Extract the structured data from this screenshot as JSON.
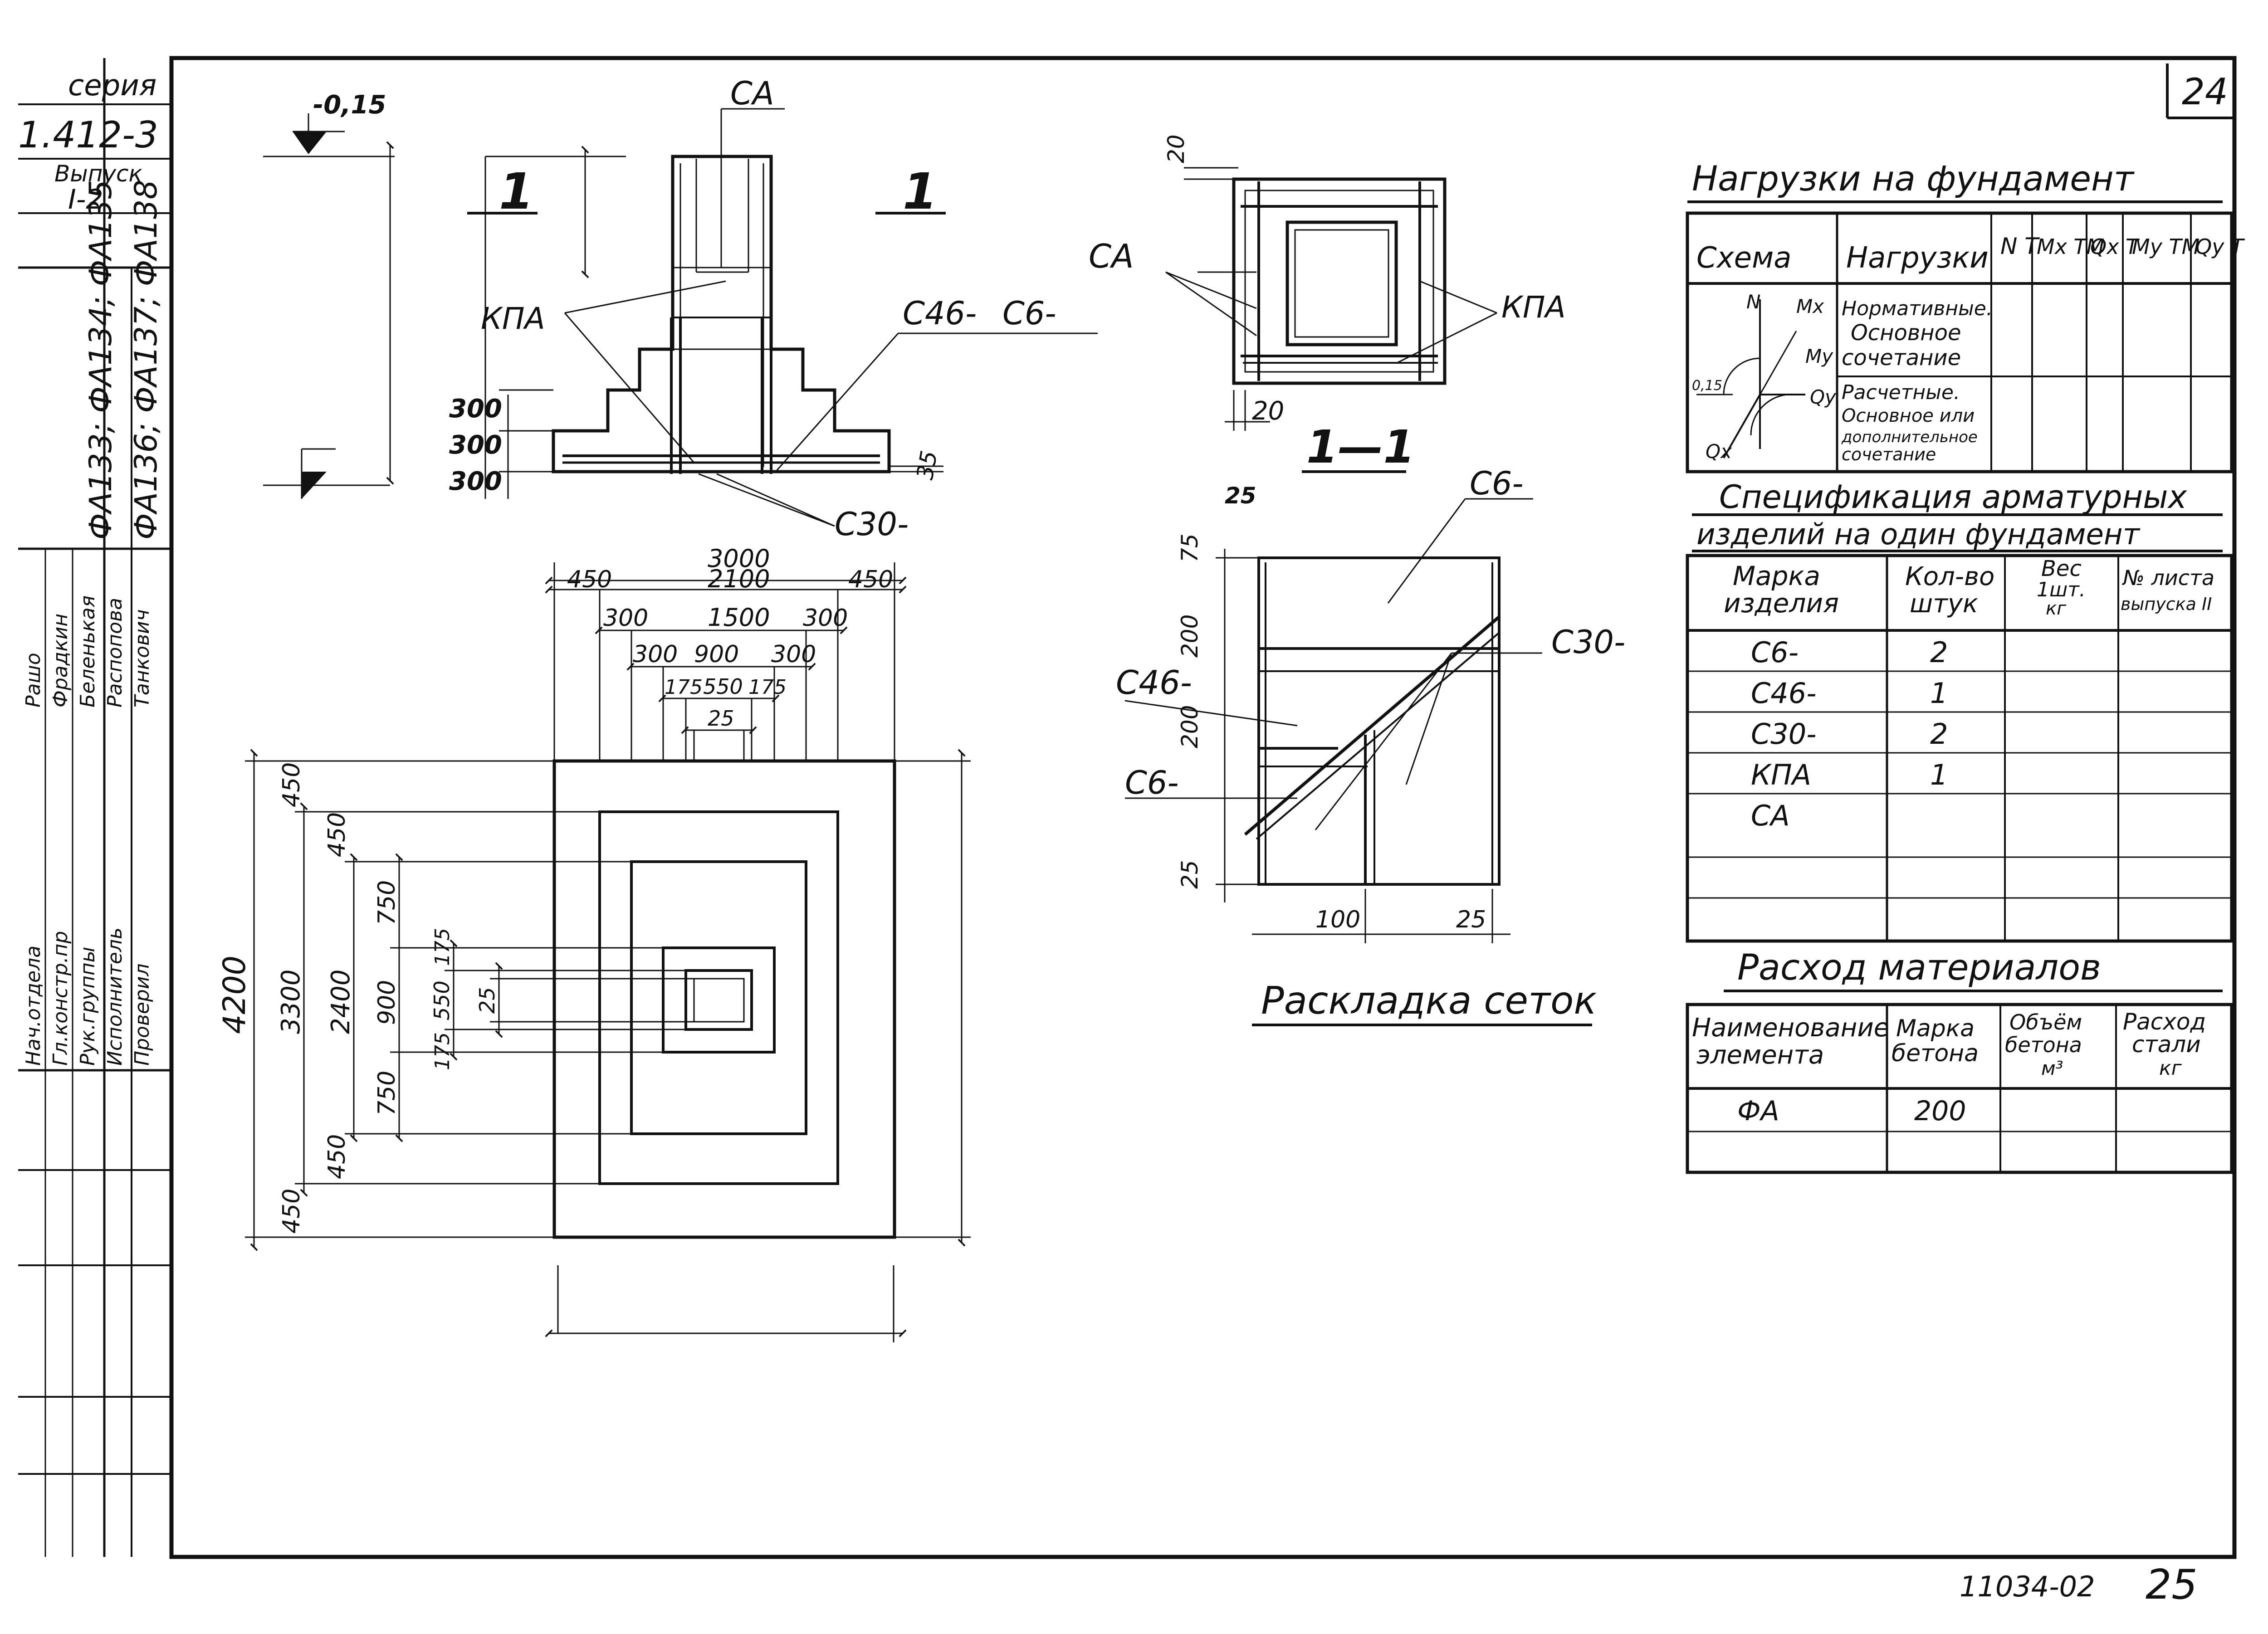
{
  "sheet": {
    "number": "24",
    "bottom_code": "11034-02",
    "bottom_page": "25"
  },
  "sidebar": {
    "series_label": "серия",
    "series_value": "1.412-3",
    "issue_label": "Выпуск",
    "issue_value": "I-2",
    "marks_line1": "ФА133; ФА134; ФА135",
    "marks_line2": "ФА136; ФА137; ФА138",
    "roles": [
      "Нач.отдела",
      "Гл.констр.пр",
      "Рук.группы",
      "Исполнитель",
      "Проверил"
    ],
    "names": [
      "Рашо",
      "Фрадкин",
      "Беленькая",
      "Распопова",
      "Танкович"
    ]
  },
  "section_view": {
    "section_mark_left": "1",
    "section_mark_right": "1",
    "elevation": "-0,15",
    "label_sa": "СА",
    "label_kpa": "КПА",
    "label_c46": "С46-",
    "label_c6": "С6-",
    "label_c30": "С30-",
    "step_dims": [
      "300",
      "300",
      "300"
    ],
    "cover_dim": "35"
  },
  "plan_view": {
    "top_dims": {
      "total": "3000",
      "row2": [
        "450",
        "2100",
        "450"
      ],
      "row3": [
        "300",
        "1500",
        "300"
      ],
      "row4": [
        "300",
        "900",
        "300"
      ],
      "row5": [
        "175",
        "550",
        "175"
      ],
      "row6": "25"
    },
    "left_dims": {
      "total": "4200",
      "col2": "3300",
      "col3": "2400",
      "outer": [
        "450",
        "450"
      ],
      "second": [
        "450",
        "450"
      ],
      "third": [
        "750",
        "900",
        "750"
      ],
      "fourth": [
        "175",
        "550",
        "175"
      ],
      "fifth": "25"
    }
  },
  "column_section": {
    "dim_top": "20",
    "dim_bottom": "20",
    "label_sa": "СА",
    "label_kpa": "КПА",
    "title": "1—1"
  },
  "mesh_layout": {
    "title": "Раскладка сеток",
    "label_c6_top": "С6-",
    "label_c46": "С46-",
    "label_c6_bottom": "С6-",
    "label_c30": "С30-",
    "dims_left": [
      "25",
      "75",
      "200",
      "200",
      "25"
    ],
    "dims_bottom": [
      "100",
      "25"
    ]
  },
  "loads_table": {
    "title": "Нагрузки на фундамент",
    "headers": [
      "Схема",
      "Нагрузки",
      "N\nТ",
      "Mx\nТМ",
      "Qx\nТ",
      "My\nТМ",
      "Qy\nТ"
    ],
    "rows": [
      [
        "Нормативные.",
        "Основное",
        "сочетание"
      ],
      [
        "Расчетные.",
        "Основное или",
        "дополнительное",
        "сочетание"
      ]
    ],
    "scheme_labels": {
      "n": "N",
      "mx": "Mx",
      "my": "My",
      "qy": "Qy",
      "qx": "Qx",
      "elev": "0,15"
    }
  },
  "spec_table": {
    "title_line1": "Спецификация арматурных",
    "title_line2": "изделий на один фундамент",
    "headers": [
      "Марка\nизделия",
      "Кол-во\nштук",
      "Вес\n1шт.\nкг",
      "№ листа\nвыпуска II"
    ],
    "rows": [
      {
        "mark": "С6-",
        "qty": "2"
      },
      {
        "mark": "С46-",
        "qty": "1"
      },
      {
        "mark": "С30-",
        "qty": "2"
      },
      {
        "mark": "КПА",
        "qty": "1"
      },
      {
        "mark": "СА",
        "qty": ""
      }
    ]
  },
  "materials_table": {
    "title": "Расход материалов",
    "headers": [
      "Наименование\nэлемента",
      "Марка\nбетона",
      "Объём\nбетона\nм³",
      "Расход\nстали\nкг"
    ],
    "rows": [
      {
        "name": "ФА",
        "grade": "200"
      }
    ]
  }
}
